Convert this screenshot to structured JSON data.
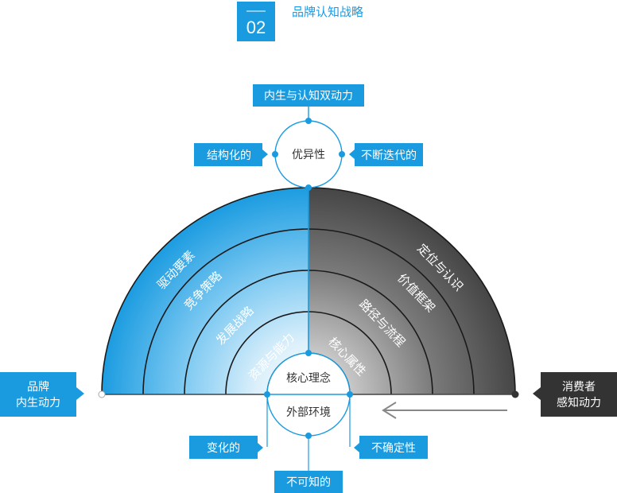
{
  "header": {
    "number": "02",
    "title": "品牌认知战略"
  },
  "top": {
    "main_label": "内生与认知双动力",
    "circle_label": "优异性",
    "left_label": "结构化的",
    "right_label": "不断迭代的"
  },
  "left_rings": [
    "驱动要素",
    "竞争策略",
    "发展战略",
    "资源与能力"
  ],
  "right_rings": [
    "定位与认识",
    "价值框架",
    "路径与流程",
    "核心属性"
  ],
  "center": {
    "upper_label": "核心理念",
    "lower_label": "外部环境"
  },
  "bottom": {
    "left_label": "变化的",
    "right_label": "不确定性",
    "center_label": "不可知的"
  },
  "sides": {
    "left_lines": [
      "品牌",
      "内生动力"
    ],
    "right_lines": [
      "消费者",
      "感知动力"
    ]
  },
  "colors": {
    "accent_blue": "#1a9be0",
    "dark_gray": "#333333",
    "outline": "#1a1a1a"
  }
}
